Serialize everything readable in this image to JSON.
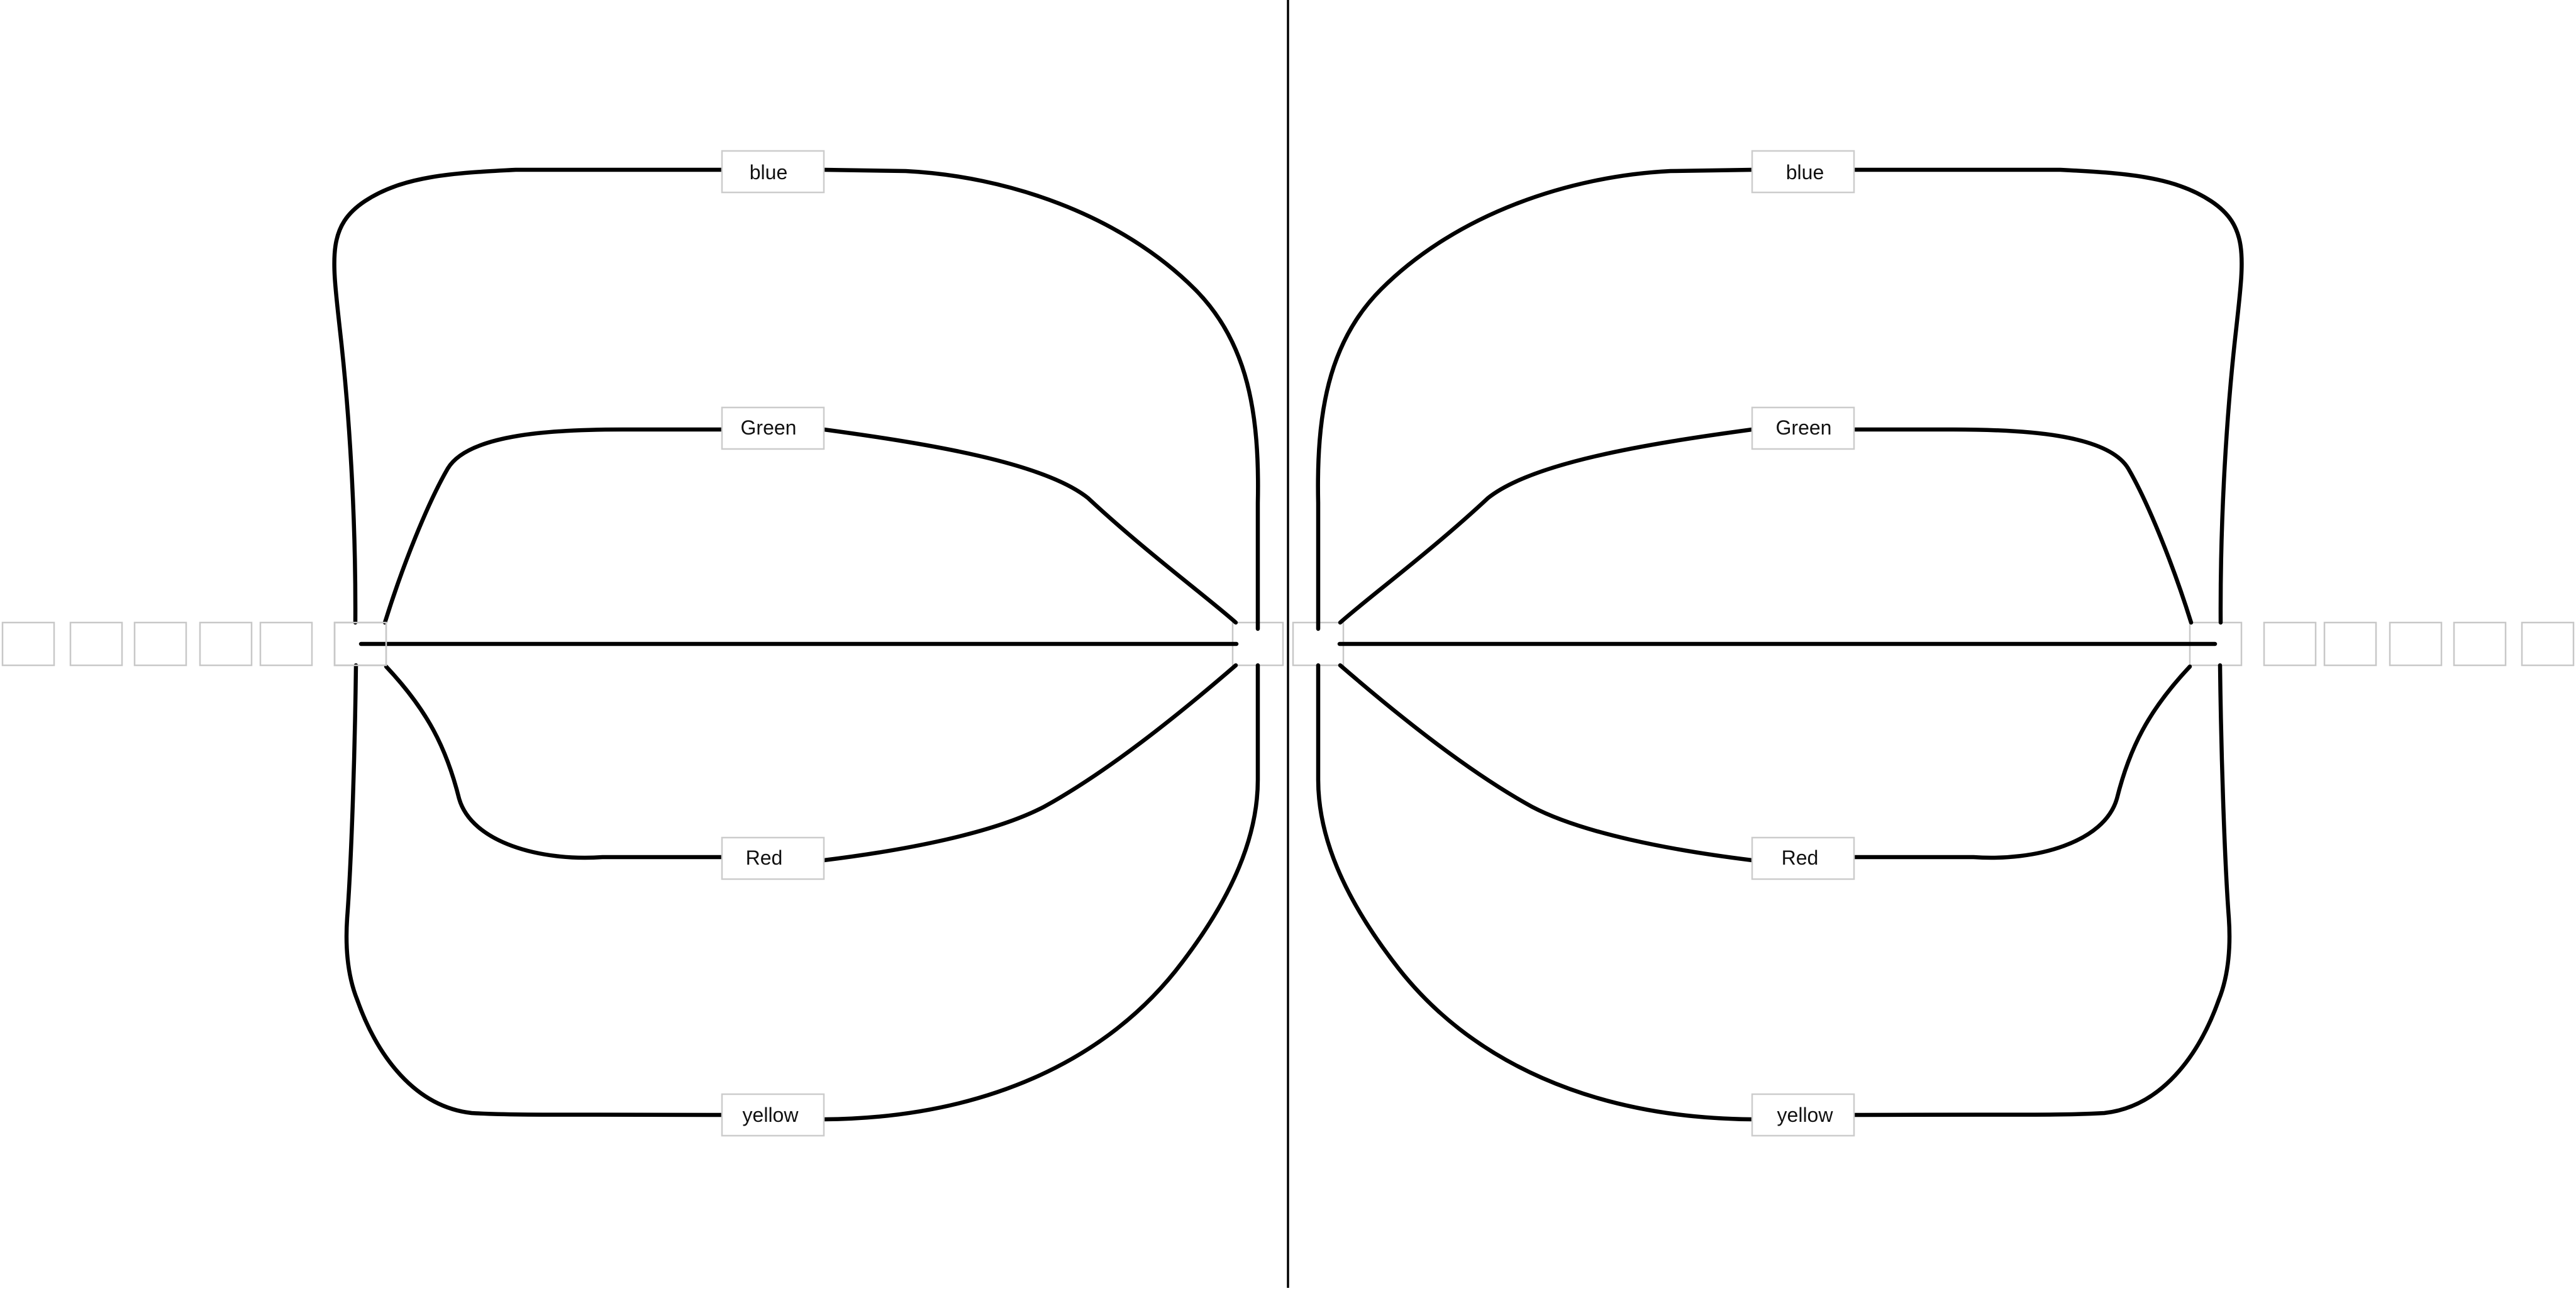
{
  "panels": [
    {
      "id": "left",
      "labels": {
        "blue": "blue",
        "green": "Green",
        "red": "Red",
        "yellow": "yellow"
      }
    },
    {
      "id": "right",
      "labels": {
        "blue": "blue",
        "green": "Green",
        "red": "Red",
        "yellow": "yellow"
      }
    }
  ]
}
